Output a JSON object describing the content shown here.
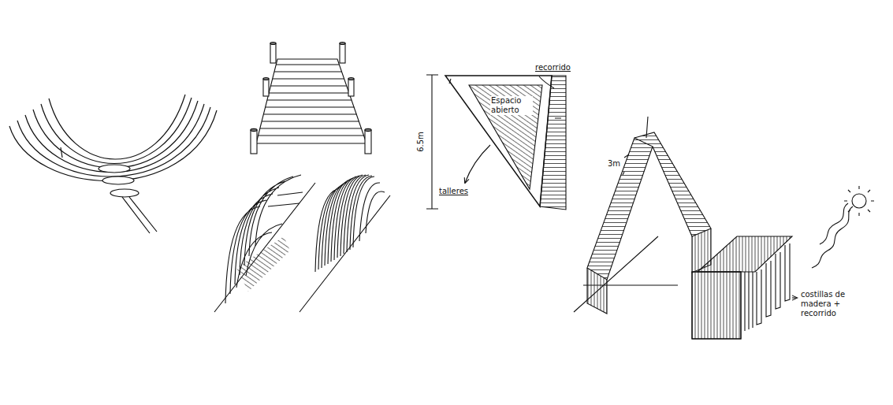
{
  "diagram": {
    "labels": [
      "recorrido",
      "Espacio abierto",
      "6.5m",
      "talleres",
      "3m",
      "costillas de madera + recorrido"
    ]
  }
}
